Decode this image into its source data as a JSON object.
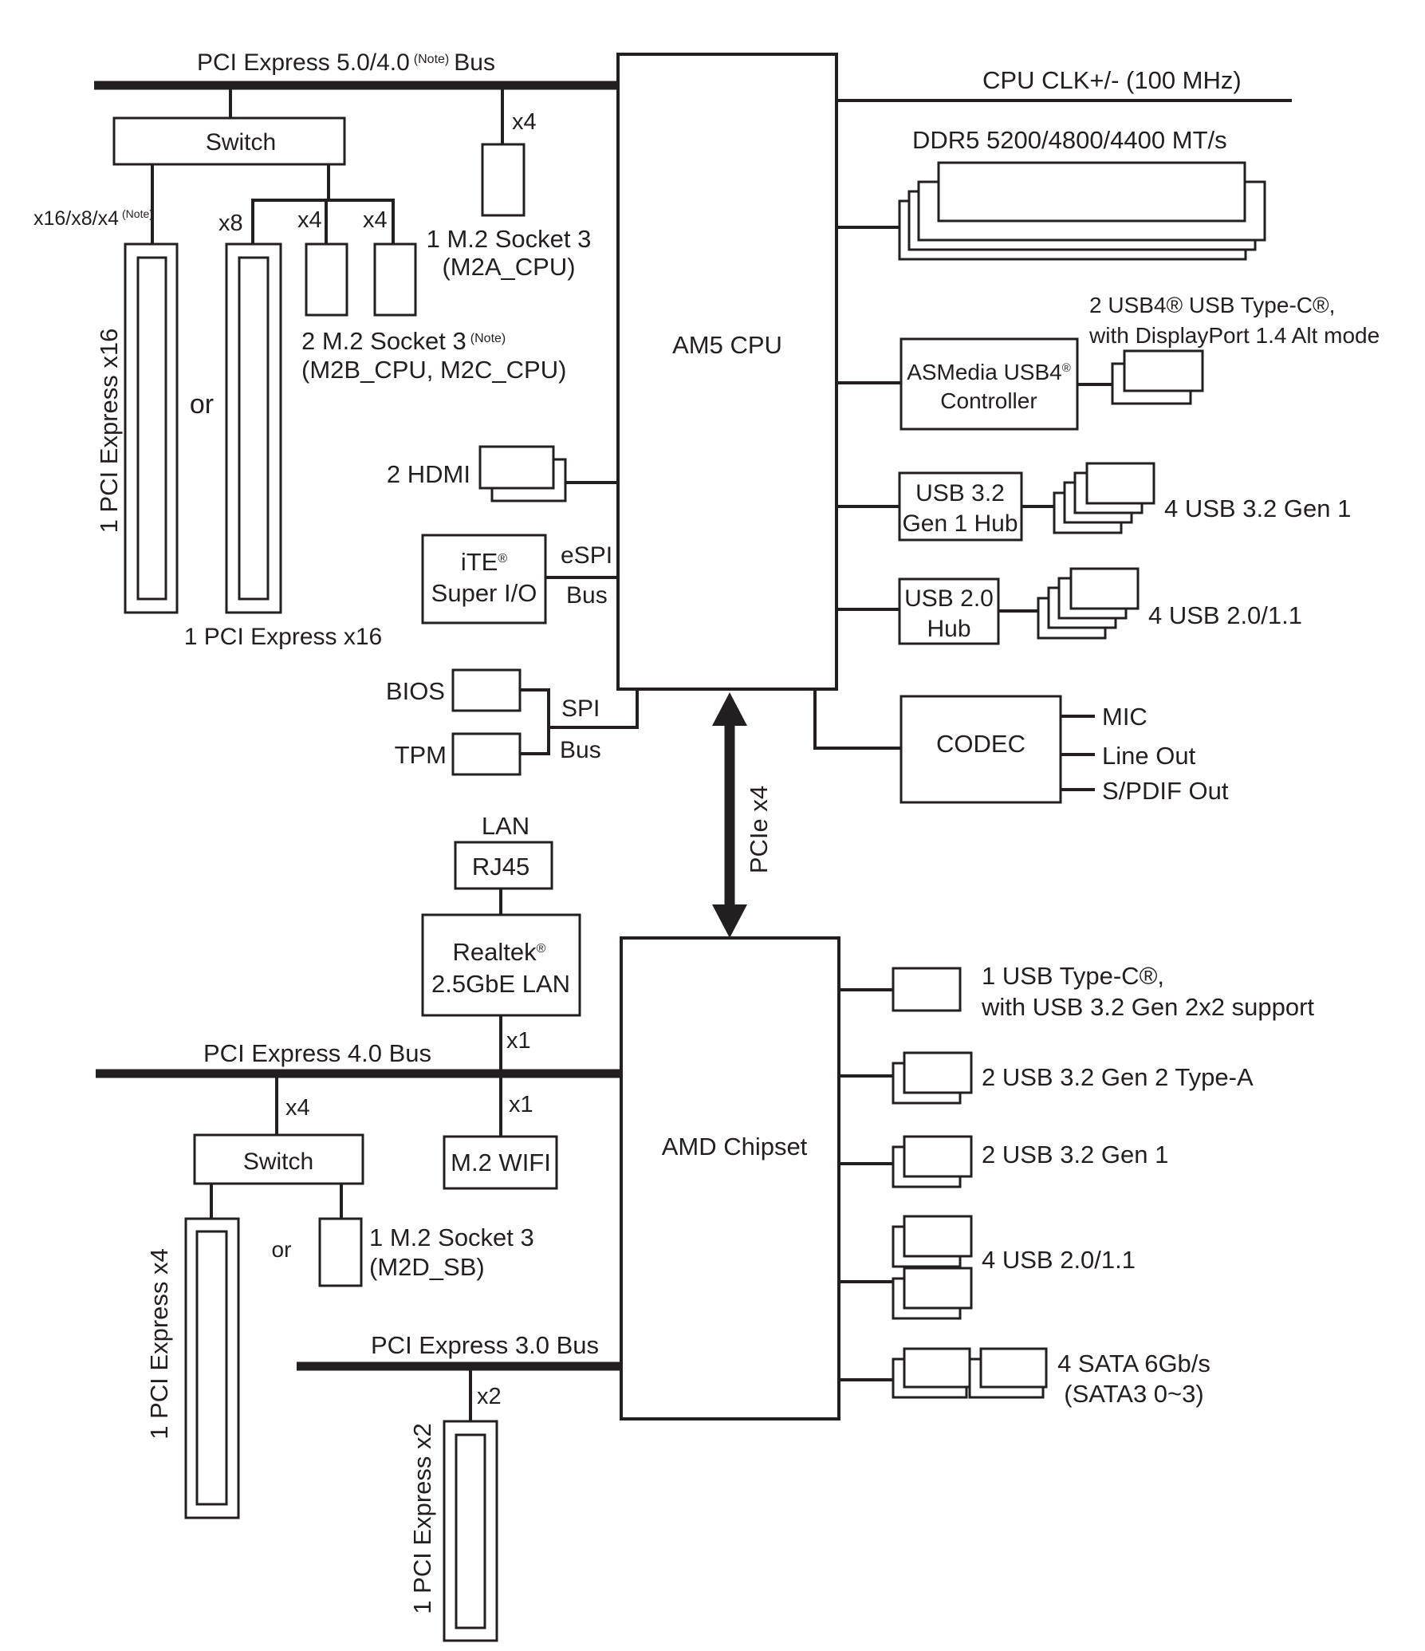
{
  "cpu": {
    "label": "AM5 CPU",
    "clock": "CPU CLK+/- (100 MHz)",
    "memory": "DDR5 5200/4800/4400 MT/s"
  },
  "chipset": {
    "label": "AMD Chipset"
  },
  "pcie_top": {
    "bus_prefix": "PCI Express 5.0/4.0",
    "bus_note": "(Note)",
    "bus_suffix": "Bus",
    "switch": "Switch",
    "lanes_x16": "x16/x8/x4",
    "lanes_x16_note": "(Note)",
    "lanes_x8": "x8",
    "lanes_x4_a": "x4",
    "lanes_x4_b": "x4",
    "lanes_x4_m2a": "x4",
    "slot1": "1 PCI Express x16",
    "or": "or",
    "slot2": "1 PCI Express x16",
    "m2a_line1": "1 M.2 Socket 3",
    "m2a_line2": "(M2A_CPU)",
    "m2bc_line1": "2 M.2 Socket 3",
    "m2bc_note": "(Note)",
    "m2bc_line2": "(M2B_CPU, M2C_CPU)"
  },
  "cpu_left": {
    "hdmi": "2 HDMI",
    "superio_line1": "iTE",
    "superio_reg": "®",
    "superio_line2": "Super I/O",
    "espi": "eSPI",
    "espi_bus": "Bus",
    "bios": "BIOS",
    "tpm": "TPM",
    "spi": "SPI",
    "spi_bus": "Bus"
  },
  "cpu_right": {
    "usb4_line1": "2 USB4® USB Type-C®,",
    "usb4_line2": "with DisplayPort 1.4 Alt mode",
    "asmedia_line1": "ASMedia USB4",
    "asmedia_reg": "®",
    "asmedia_line2": "Controller",
    "hub1_line1": "USB 3.2",
    "hub1_line2": "Gen 1 Hub",
    "hub1_ports": "4 USB 3.2 Gen 1",
    "hub2_line1": "USB 2.0",
    "hub2_line2": "Hub",
    "hub2_ports": "4 USB 2.0/1.1",
    "codec": "CODEC",
    "mic": "MIC",
    "line_out": "Line Out",
    "spdif": "S/PDIF Out"
  },
  "link": {
    "label": "PCIe x4"
  },
  "lan": {
    "title": "LAN",
    "rj45": "RJ45",
    "realtek_line1": "Realtek",
    "realtek_reg": "®",
    "realtek_line2": "2.5GbE LAN",
    "lanes": "x1"
  },
  "pcie_bottom": {
    "bus": "PCI Express 4.0 Bus",
    "switch": "Switch",
    "lanes_switch": "x4",
    "lanes_wifi": "x1",
    "wifi": "M.2 WIFI",
    "slot": "1 PCI Express x4",
    "or": "or",
    "m2d_line1": "1 M.2 Socket 3",
    "m2d_line2": "(M2D_SB)"
  },
  "pcie3": {
    "bus": "PCI Express 3.0 Bus",
    "lanes": "x2",
    "slot": "1 PCI Express x2"
  },
  "chipset_right": {
    "typec_line1": "1 USB Type-C®,",
    "typec_line2": "with USB 3.2 Gen 2x2 support",
    "gen2": "2 USB 3.2 Gen 2 Type-A",
    "gen1": "2 USB 3.2 Gen 1",
    "usb2": "4 USB 2.0/1.1",
    "sata_line1": "4 SATA 6Gb/s",
    "sata_line2": "(SATA3 0~3)"
  }
}
